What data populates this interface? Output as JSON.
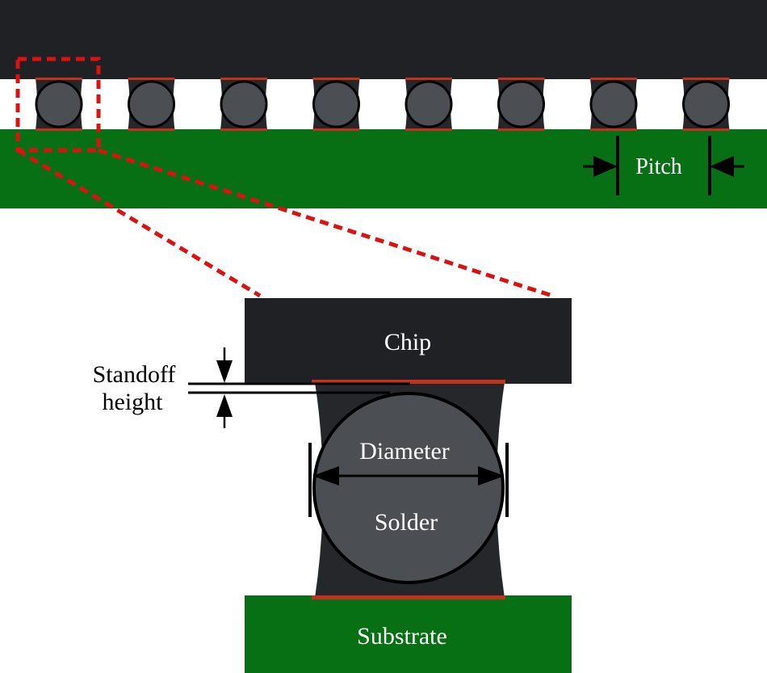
{
  "labels": {
    "pitch": "Pitch",
    "chip": "Chip",
    "standoff_line1": "Standoff",
    "standoff_line2": "height",
    "diameter": "Diameter",
    "solder": "Solder",
    "substrate": "Substrate"
  },
  "colors": {
    "chip": "#202124",
    "substrate": "#077014",
    "solder": "#4b4f53",
    "underfill": "#26272a",
    "pad": "#c0321c",
    "callout": "#dd1111",
    "dimension": "#000000",
    "label_light": "#ffffff",
    "label_dark": "#000000"
  },
  "top_row": {
    "ball_count": 8
  }
}
